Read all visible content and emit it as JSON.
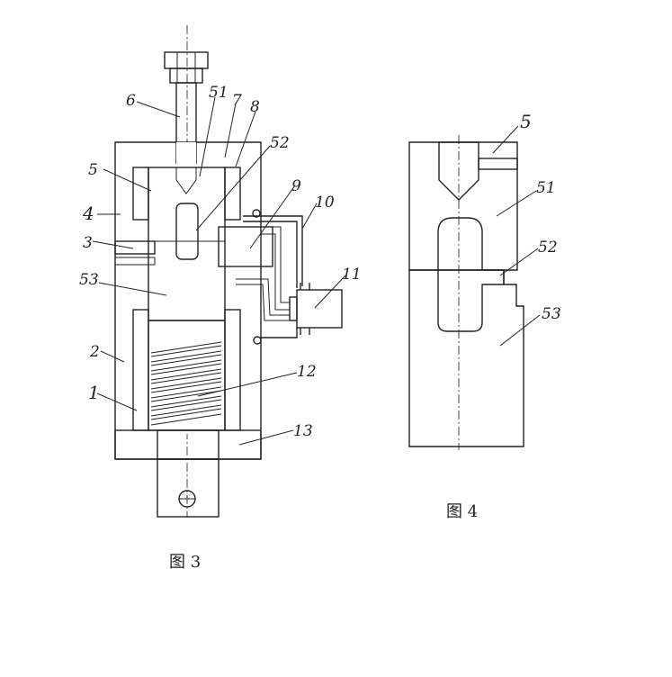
{
  "figure3": {
    "caption": "图 3",
    "labels": {
      "l1": "1",
      "l2": "2",
      "l3": "3",
      "l4": "4",
      "l5": "5",
      "l6": "6",
      "l7": "7",
      "l8": "8",
      "l9": "9",
      "l10": "10",
      "l11": "11",
      "l12": "12",
      "l13": "13",
      "l51": "51",
      "l52": "52",
      "l53": "53"
    }
  },
  "figure4": {
    "caption": "图 4",
    "labels": {
      "l5": "5",
      "l51": "51",
      "l52": "52",
      "l53": "53"
    }
  }
}
